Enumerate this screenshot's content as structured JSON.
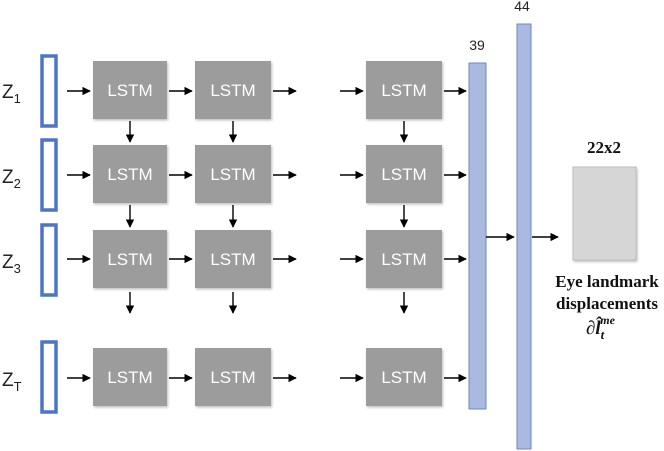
{
  "inputs": [
    {
      "base": "Z",
      "sub": "1"
    },
    {
      "base": "Z",
      "sub": "2"
    },
    {
      "base": "Z",
      "sub": "3"
    },
    {
      "base": "Z",
      "sub": "T"
    }
  ],
  "lstm_label": "LSTM",
  "dense_layers": [
    {
      "units": "39"
    },
    {
      "units": "44"
    }
  ],
  "output": {
    "size": "22x2",
    "caption_line1": "Eye landmark",
    "caption_line2": "displacements",
    "symbol_base": "∂",
    "symbol_main": "l̂",
    "symbol_sub": "t",
    "symbol_sup": "me"
  },
  "colors": {
    "input_border": "#4a76c3",
    "lstm_fill": "#9c9c9c",
    "dense_fill": "#a9b9e0",
    "dense_border": "#6f86c3",
    "output_fill": "#d6d6d6",
    "arrow": "#000000"
  }
}
